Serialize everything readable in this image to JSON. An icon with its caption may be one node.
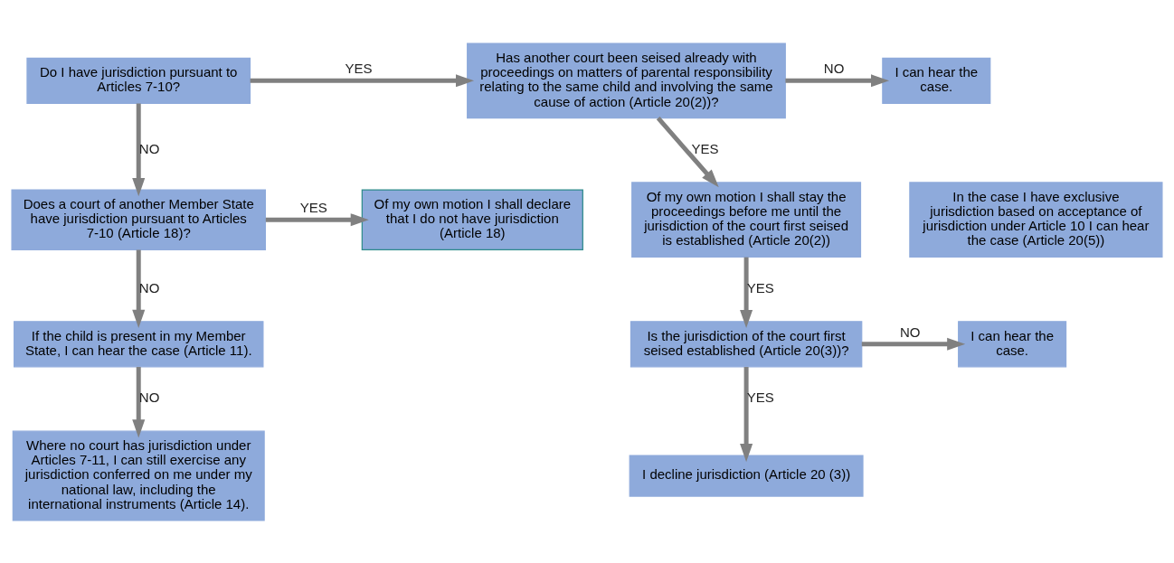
{
  "diagram": {
    "nodes": [
      {
        "text": [
          "Do I have jurisdiction pursuant to Articles 7-10?"
        ]
      },
      {
        "text": [
          "Does a court of another Member State have jurisdiction pursuant to Articles 7-10 (Article 18)?"
        ]
      },
      {
        "text": [
          "If the child is present in my Member State, I can hear the case (Article 11)."
        ]
      },
      {
        "text": [
          "Where no court has jurisdiction under Articles 7-11, I can still exercise any jurisdiction conferred on me under my national law, including the international instruments (Article 14)."
        ]
      },
      {
        "text": [
          "Has another court been seised already with proceedings on matters of parental responsibility relating to the same child and involving the same cause of action (Article 20(2))?"
        ]
      },
      {
        "text": [
          "I can hear the case."
        ]
      },
      {
        "text": [
          "Of my own motion I shall declare that I do not have jurisdiction (Article 18)"
        ]
      },
      {
        "text": [
          "Of my own motion I shall stay the proceedings before me until the jurisdiction of the court first seised is established (Article 20(2))"
        ]
      },
      {
        "text": [
          "In the case I have exclusive jurisdiction based on acceptance of jurisdiction under Article 10 I can hear the case (Article 20(5))"
        ]
      },
      {
        "text": [
          "Is the jurisdiction of the court first seised established (Article 20(3))?"
        ]
      },
      {
        "text": [
          "I can hear the case."
        ]
      },
      {
        "text": [
          "I decline jurisdiction (Article 20 (3))"
        ]
      }
    ],
    "edges": [
      {
        "from": 0,
        "to": 1,
        "arrow": "to",
        "label": "NO"
      },
      {
        "from": 1,
        "to": 2,
        "arrow": "to",
        "label": "NO"
      },
      {
        "from": 2,
        "to": 3,
        "arrow": "to",
        "label": "NO"
      },
      {
        "from": 0,
        "to": 4,
        "arrow": "to",
        "label": "YES"
      },
      {
        "from": 1,
        "to": 6,
        "arrow": "to",
        "label": "YES"
      },
      {
        "from": 4,
        "to": 5,
        "arrow": "to",
        "label": "NO"
      },
      {
        "from": 4,
        "to": 7,
        "arrow": "to",
        "label": "YES"
      },
      {
        "from": 7,
        "to": 9,
        "arrow": "to",
        "label": "YES"
      },
      {
        "from": 9,
        "to": 10,
        "arrow": "to",
        "label": "NO"
      },
      {
        "from": 9,
        "to": 11,
        "arrow": "to",
        "label": "YES"
      }
    ]
  }
}
